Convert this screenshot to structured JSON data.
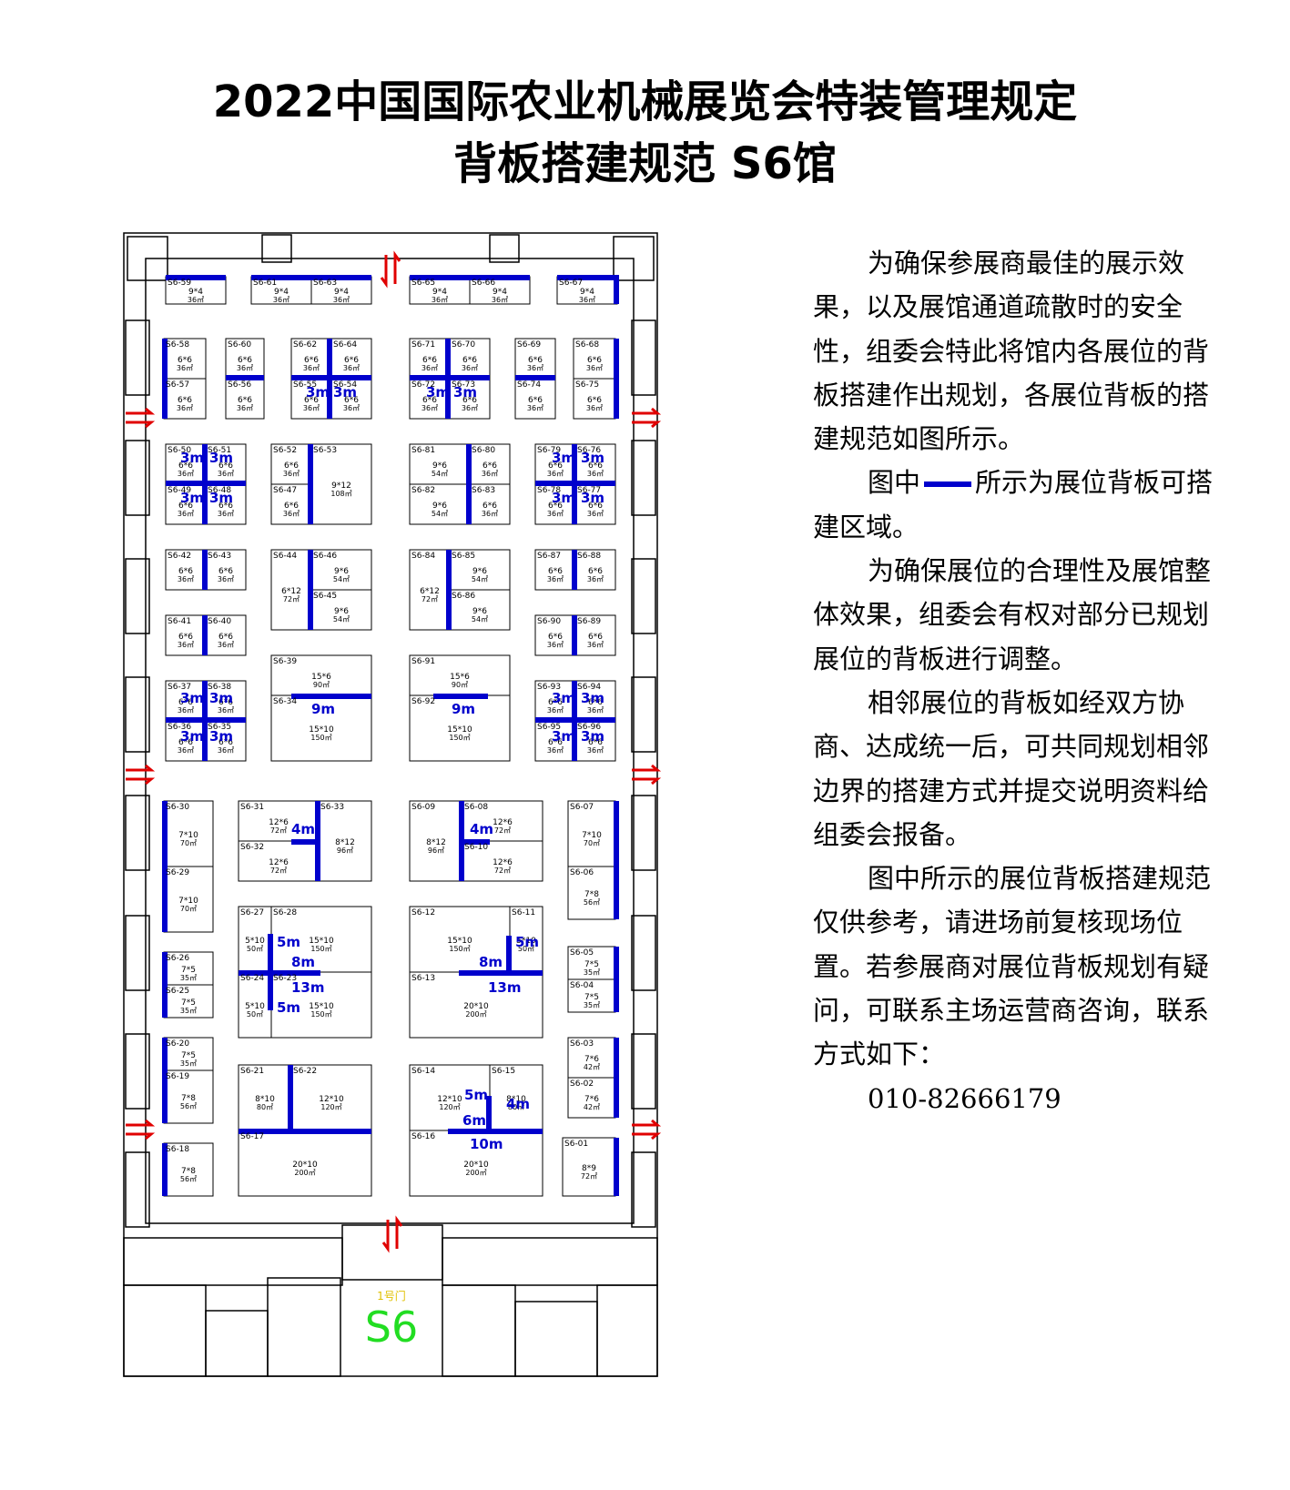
{
  "title_line1": "2022中国国际农业机械展览会特装管理规定",
  "title_line2": "背板搭建规范 S6馆",
  "side": {
    "para1": "为确保参展商最佳的展示效果，以及展馆通道疏散时的安全性，组委会特此将馆内各展位的背板搭建作出规划，各展位背板的搭建规范如图所示。",
    "legend_prefix": "图中",
    "legend_suffix": "所示为展位背板可搭建区域。",
    "para3": "为确保展位的合理性及展馆整体效果，组委会有权对部分已规划展位的背板进行调整。",
    "para4": "相邻展位的背板如经双方协商、达成统一后，可共同规划相邻边界的搭建方式并提交说明资料给组委会报备。",
    "para5": "图中所示的展位背板搭建规范仅供参考，请进场前复核现场位置。若参展商对展位背板规划有疑问，可联系主场运营商咨询，联系方式如下：",
    "phone": "010-82666179"
  },
  "hall": {
    "name": "S6",
    "door_label": "1号门"
  },
  "colors": {
    "backboard": "#0000cc",
    "arrow": "#e00000",
    "hall_label": "#22dd22",
    "line": "#000000"
  },
  "booths": [
    {
      "id": "S6-59",
      "size": "9*4",
      "area": "36㎡"
    },
    {
      "id": "S6-61",
      "size": "9*4",
      "area": "36㎡"
    },
    {
      "id": "S6-63",
      "size": "9*4",
      "area": "36㎡"
    },
    {
      "id": "S6-65",
      "size": "9*4",
      "area": "36㎡"
    },
    {
      "id": "S6-66",
      "size": "9*4",
      "area": "36㎡"
    },
    {
      "id": "S6-67",
      "size": "9*4",
      "area": "36㎡"
    },
    {
      "id": "S6-58",
      "size": "6*6",
      "area": "36㎡"
    },
    {
      "id": "S6-57",
      "size": "6*6",
      "area": "36㎡"
    },
    {
      "id": "S6-60",
      "size": "6*6",
      "area": "36㎡"
    },
    {
      "id": "S6-56",
      "size": "6*6",
      "area": "36㎡"
    },
    {
      "id": "S6-62",
      "size": "6*6",
      "area": "36㎡"
    },
    {
      "id": "S6-64",
      "size": "6*6",
      "area": "36㎡"
    },
    {
      "id": "S6-55",
      "size": "6*6",
      "area": "36㎡"
    },
    {
      "id": "S6-54",
      "size": "6*6",
      "area": "36㎡"
    },
    {
      "id": "S6-71",
      "size": "6*6",
      "area": "36㎡"
    },
    {
      "id": "S6-70",
      "size": "6*6",
      "area": "36㎡"
    },
    {
      "id": "S6-72",
      "size": "6*6",
      "area": "36㎡"
    },
    {
      "id": "S6-73",
      "size": "6*6",
      "area": "36㎡"
    },
    {
      "id": "S6-69",
      "size": "6*6",
      "area": "36㎡"
    },
    {
      "id": "S6-74",
      "size": "6*6",
      "area": "36㎡"
    },
    {
      "id": "S6-68",
      "size": "6*6",
      "area": "36㎡"
    },
    {
      "id": "S6-75",
      "size": "6*6",
      "area": "36㎡"
    },
    {
      "id": "S6-50",
      "size": "6*6",
      "area": "36㎡"
    },
    {
      "id": "S6-51",
      "size": "6*6",
      "area": "36㎡"
    },
    {
      "id": "S6-49",
      "size": "6*6",
      "area": "36㎡"
    },
    {
      "id": "S6-48",
      "size": "6*6",
      "area": "36㎡"
    },
    {
      "id": "S6-52",
      "size": "6*6",
      "area": "36㎡"
    },
    {
      "id": "S6-47",
      "size": "6*6",
      "area": "36㎡"
    },
    {
      "id": "S6-53",
      "size": "9*12",
      "area": "108㎡"
    },
    {
      "id": "S6-81",
      "size": "9*6",
      "area": "54㎡"
    },
    {
      "id": "S6-82",
      "size": "9*6",
      "area": "54㎡"
    },
    {
      "id": "S6-80",
      "size": "6*6",
      "area": "36㎡"
    },
    {
      "id": "S6-83",
      "size": "6*6",
      "area": "36㎡"
    },
    {
      "id": "S6-79",
      "size": "6*6",
      "area": "36㎡"
    },
    {
      "id": "S6-76",
      "size": "6*6",
      "area": "36㎡"
    },
    {
      "id": "S6-78",
      "size": "6*6",
      "area": "36㎡"
    },
    {
      "id": "S6-77",
      "size": "6*6",
      "area": "36㎡"
    },
    {
      "id": "S6-42",
      "size": "6*6",
      "area": "36㎡"
    },
    {
      "id": "S6-43",
      "size": "6*6",
      "area": "36㎡"
    },
    {
      "id": "S6-41",
      "size": "6*6",
      "area": "36㎡"
    },
    {
      "id": "S6-40",
      "size": "6*6",
      "area": "36㎡"
    },
    {
      "id": "S6-44",
      "size": "6*12",
      "area": "72㎡"
    },
    {
      "id": "S6-46",
      "size": "9*6",
      "area": "54㎡"
    },
    {
      "id": "S6-45",
      "size": "9*6",
      "area": "54㎡"
    },
    {
      "id": "S6-84",
      "size": "6*12",
      "area": "72㎡"
    },
    {
      "id": "S6-85",
      "size": "9*6",
      "area": "54㎡"
    },
    {
      "id": "S6-86",
      "size": "9*6",
      "area": "54㎡"
    },
    {
      "id": "S6-87",
      "size": "6*6",
      "area": "36㎡"
    },
    {
      "id": "S6-88",
      "size": "6*6",
      "area": "36㎡"
    },
    {
      "id": "S6-90",
      "size": "6*6",
      "area": "36㎡"
    },
    {
      "id": "S6-89",
      "size": "6*6",
      "area": "36㎡"
    },
    {
      "id": "S6-39",
      "size": "15*6",
      "area": "90㎡"
    },
    {
      "id": "S6-34",
      "size": "15*10",
      "area": "150㎡"
    },
    {
      "id": "S6-91",
      "size": "15*6",
      "area": "90㎡"
    },
    {
      "id": "S6-92",
      "size": "15*10",
      "area": "150㎡"
    },
    {
      "id": "S6-37",
      "size": "6*6",
      "area": "36㎡"
    },
    {
      "id": "S6-38",
      "size": "6*6",
      "area": "36㎡"
    },
    {
      "id": "S6-36",
      "size": "6*6",
      "area": "36㎡"
    },
    {
      "id": "S6-35",
      "size": "6*6",
      "area": "36㎡"
    },
    {
      "id": "S6-93",
      "size": "6*6",
      "area": "36㎡"
    },
    {
      "id": "S6-94",
      "size": "6*6",
      "area": "36㎡"
    },
    {
      "id": "S6-95",
      "size": "6*6",
      "area": "36㎡"
    },
    {
      "id": "S6-96",
      "size": "6*6",
      "area": "36㎡"
    },
    {
      "id": "S6-30",
      "size": "7*10",
      "area": "70㎡"
    },
    {
      "id": "S6-29",
      "size": "7*10",
      "area": "70㎡"
    },
    {
      "id": "S6-31",
      "size": "12*6",
      "area": "72㎡"
    },
    {
      "id": "S6-32",
      "size": "12*6",
      "area": "72㎡"
    },
    {
      "id": "S6-33",
      "size": "8*12",
      "area": "96㎡"
    },
    {
      "id": "S6-09",
      "size": "8*12",
      "area": "96㎡"
    },
    {
      "id": "S6-08",
      "size": "12*6",
      "area": "72㎡"
    },
    {
      "id": "S6-10",
      "size": "12*6",
      "area": "72㎡"
    },
    {
      "id": "S6-07",
      "size": "7*10",
      "area": "70㎡"
    },
    {
      "id": "S6-06",
      "size": "7*8",
      "area": "56㎡"
    },
    {
      "id": "S6-27",
      "size": "5*10",
      "area": "50㎡"
    },
    {
      "id": "S6-28",
      "size": "15*10",
      "area": "150㎡"
    },
    {
      "id": "S6-24",
      "size": "5*10",
      "area": "50㎡"
    },
    {
      "id": "S6-23",
      "size": "15*10",
      "area": "150㎡"
    },
    {
      "id": "S6-12",
      "size": "15*10",
      "area": "150㎡"
    },
    {
      "id": "S6-11",
      "size": "5*10",
      "area": "50㎡"
    },
    {
      "id": "S6-13",
      "size": "20*10",
      "area": "200㎡"
    },
    {
      "id": "S6-26",
      "size": "7*5",
      "area": "35㎡"
    },
    {
      "id": "S6-25",
      "size": "7*5",
      "area": "35㎡"
    },
    {
      "id": "S6-05",
      "size": "7*5",
      "area": "35㎡"
    },
    {
      "id": "S6-04",
      "size": "7*5",
      "area": "35㎡"
    },
    {
      "id": "S6-20",
      "size": "7*5",
      "area": "35㎡"
    },
    {
      "id": "S6-19",
      "size": "7*8",
      "area": "56㎡"
    },
    {
      "id": "S6-18",
      "size": "7*8",
      "area": "56㎡"
    },
    {
      "id": "S6-21",
      "size": "8*10",
      "area": "80㎡"
    },
    {
      "id": "S6-22",
      "size": "12*10",
      "area": "120㎡"
    },
    {
      "id": "S6-17",
      "size": "20*10",
      "area": "200㎡"
    },
    {
      "id": "S6-14",
      "size": "12*10",
      "area": "120㎡"
    },
    {
      "id": "S6-15",
      "size": "8*10",
      "area": "80㎡"
    },
    {
      "id": "S6-16",
      "size": "20*10",
      "area": "200㎡"
    },
    {
      "id": "S6-03",
      "size": "7*6",
      "area": "42㎡"
    },
    {
      "id": "S6-02",
      "size": "7*6",
      "area": "42㎡"
    },
    {
      "id": "S6-01",
      "size": "8*9",
      "area": "72㎡"
    }
  ],
  "dimension_labels": [
    "3m",
    "4m",
    "5m",
    "6m",
    "8m",
    "9m",
    "10m",
    "13m"
  ]
}
